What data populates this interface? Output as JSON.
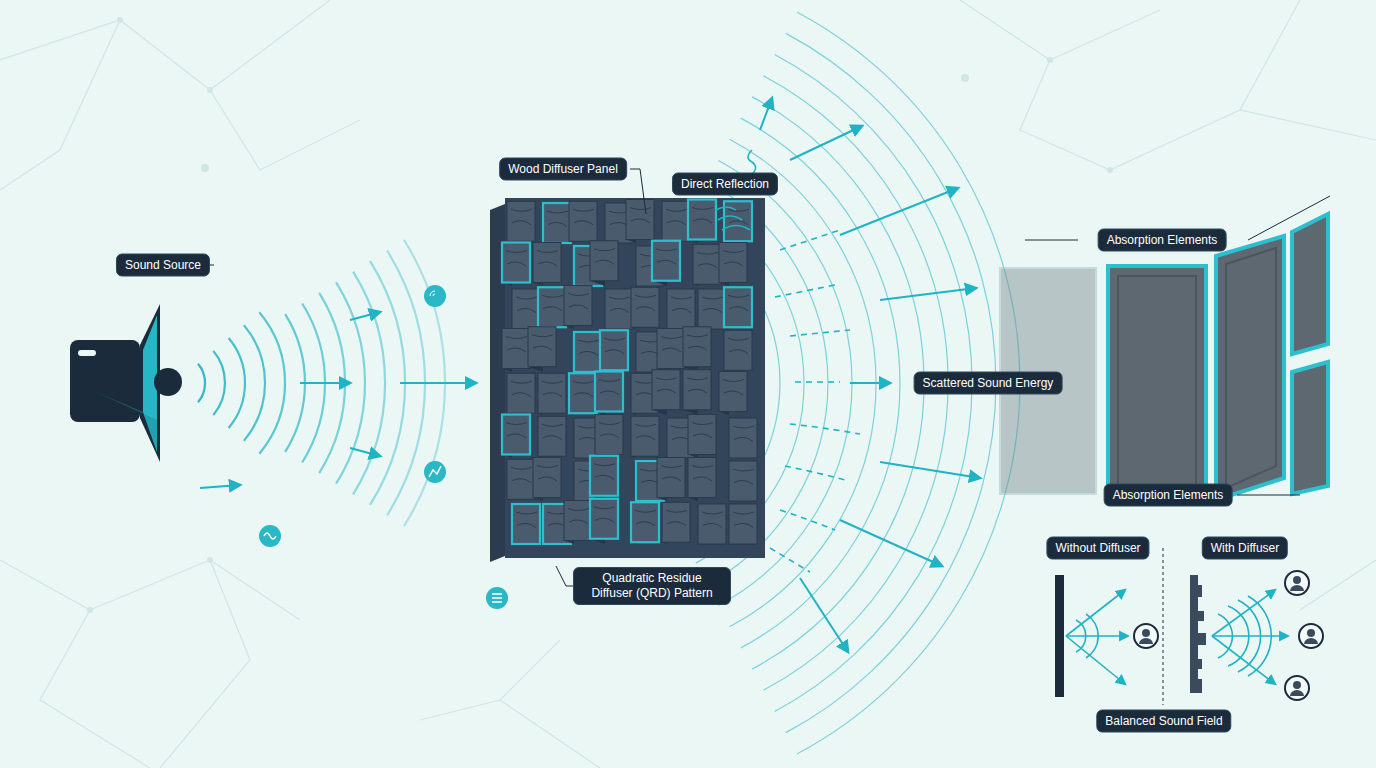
{
  "diagram": {
    "labels": [
      "Sound Source",
      "Wood Diffuser Panel",
      "Direct Reflection",
      "Scattered Sound Energy",
      "Absorption Elements",
      "Absorption Elements",
      "Quadratic Residue Diffuser (QRD) Pattern",
      "Without Diffuser",
      "With Diffuser",
      "Balanced Sound Field"
    ]
  }
}
